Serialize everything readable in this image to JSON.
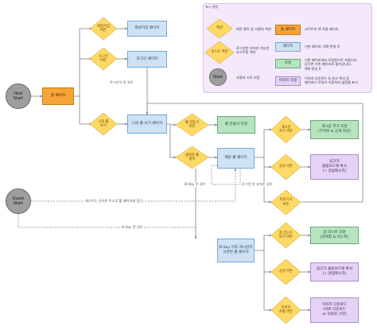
{
  "legend": {
    "title": "표시 설명",
    "action_shape": "액션",
    "action_desc": "버튼 클릭 등 사용자 액션",
    "home_shape": "홈 페이지",
    "home_desc": "사이트의 맨 처음 페이지",
    "host_action_shape": "호스트 액션",
    "host_action_desc": "로그인한 유저만 가능한\n호스트용 액션",
    "page_shape": "페이지",
    "page_desc": "기본 페이지, URI 변경 O",
    "modal_shape": "모달",
    "modal_desc": "기존 페이지에서 모달창으로 띄웁니다.\n닫으면 기존 페이지로 돌아갑니다.\nURI 변경 X",
    "start_shape": "Start",
    "start_desc": "사용자 시작 지점",
    "image_action_shape": "이미지 작용",
    "image_action_desc": "이미지 다운로드 & 링크 복사 등\n페이지나 모달이 이동하지 않음을 표시"
  },
  "nodes": {
    "host_start": "Host\nStart",
    "guest_start": "Guest\nStart",
    "home": "홈 페이지",
    "signup_btn": "회원가입\n버튼",
    "signup_page": "회원가입 페이지",
    "login_btn": "로그인\n버튼",
    "login_page": "로그인 페이지",
    "myroll_btn": "나의 롤\n보기",
    "myroll_page": "나의 롤 보기 페이지",
    "create_btn": "롤 만들기\n버튼",
    "create_modal": "롤 만들기 모달",
    "created_click": "생성된 롤\n클릭",
    "roll_page": "해당 롤 페이지",
    "post_btn": "게시글\n추가 버튼",
    "post_modal": "게시글 추가 모달\n(무작위 & 공개 작성)",
    "share_btn": "공유 버튼",
    "share_action": "링크가\n클립보드에 복사\n(+ 알림메시지)",
    "back_btn": "뒤로가기\n버튼",
    "dday_page": "D-day 이후 게시글이\n오픈된 롤 페이지",
    "list_btn": "글 리스트\n보기 버튼",
    "list_modal": "글 리스트 모달\n(검색창 & 리스트)",
    "share_btn2": "공유 버튼",
    "share_action2": "링크가 클립보드에 복사\n(+ 알림메시지)",
    "image_btn": "이미지\n추출 버튼",
    "image_action": "이미지 다운로드\n(바로 다운로드\nor 모달로 구현)"
  },
  "edge_labels": {
    "login_done": "로그인이 된 경우",
    "guest_link": "게스트는 공유된 주소로 롤 페이지에 접근",
    "dday_before": "D-day 전 경우",
    "dday_after": "D-day 전 경우",
    "logged_host": "로그인 된 유저인 경우"
  },
  "colors": {
    "action": "#ffd966",
    "home": "#f6a43a",
    "page": "#cfe2f3",
    "modal": "#b7e4c0",
    "image_action": "#e5d3f5",
    "start": "#9e9e9e",
    "line": "#7f7f7f"
  }
}
